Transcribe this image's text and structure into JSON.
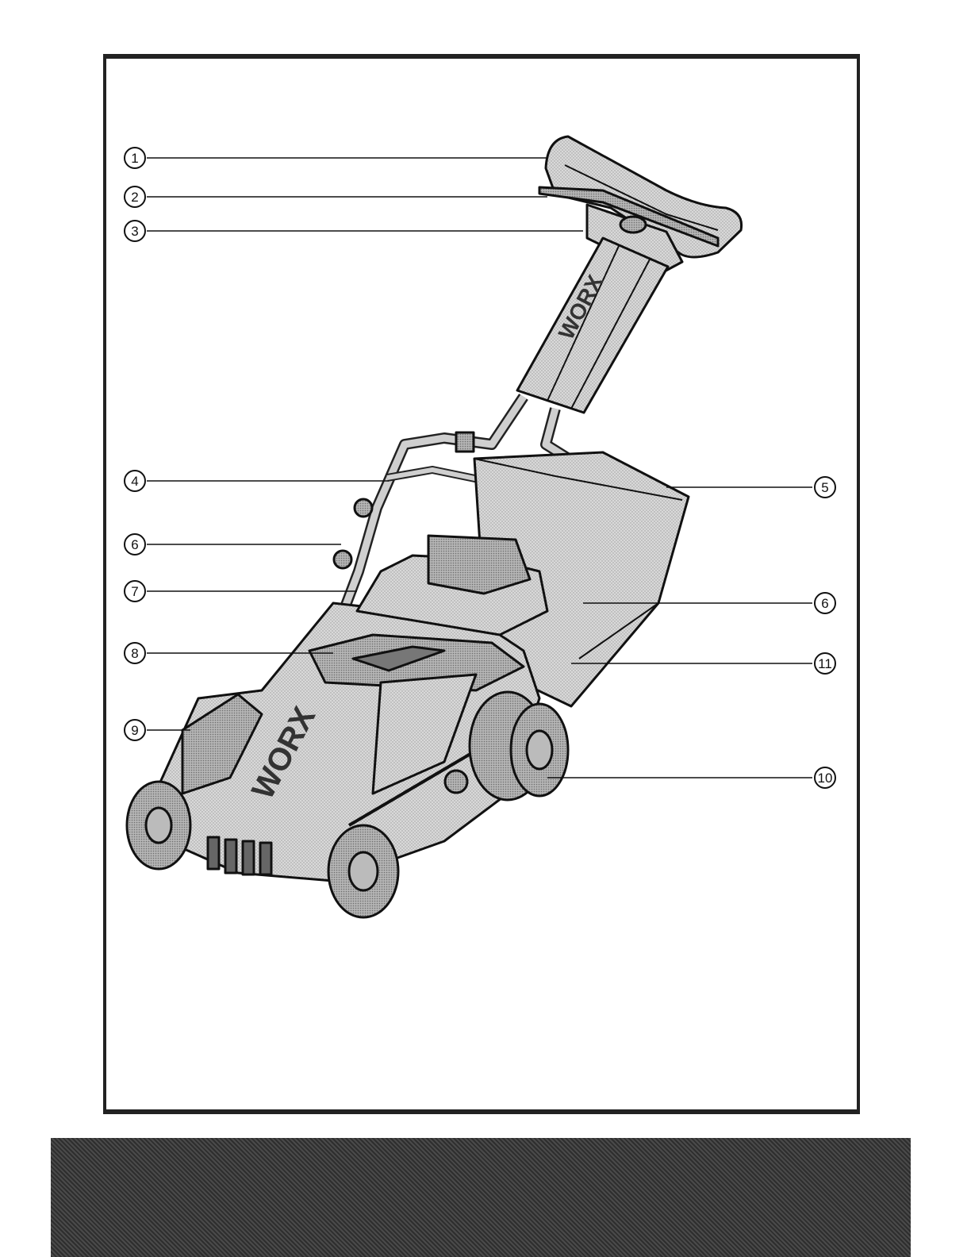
{
  "figure": {
    "brand_text_handle": "WORX",
    "brand_text_deck": "WORX",
    "callouts": [
      {
        "id": "c1",
        "label": "1"
      },
      {
        "id": "c2",
        "label": "2"
      },
      {
        "id": "c3",
        "label": "3"
      },
      {
        "id": "c4",
        "label": "4"
      },
      {
        "id": "c5",
        "label": "5"
      },
      {
        "id": "c6a",
        "label": "6"
      },
      {
        "id": "c6b",
        "label": "6"
      },
      {
        "id": "c7",
        "label": "7"
      },
      {
        "id": "c8",
        "label": "8"
      },
      {
        "id": "c9",
        "label": "9"
      },
      {
        "id": "c10",
        "label": "10"
      },
      {
        "id": "c11",
        "label": "11"
      }
    ]
  },
  "colors": {
    "line": "#111111",
    "fill_light": "#d6d6d6",
    "fill_mid": "#bdbdbd",
    "fill_dark": "#8a8a8a",
    "band": "#3a3a3a"
  }
}
